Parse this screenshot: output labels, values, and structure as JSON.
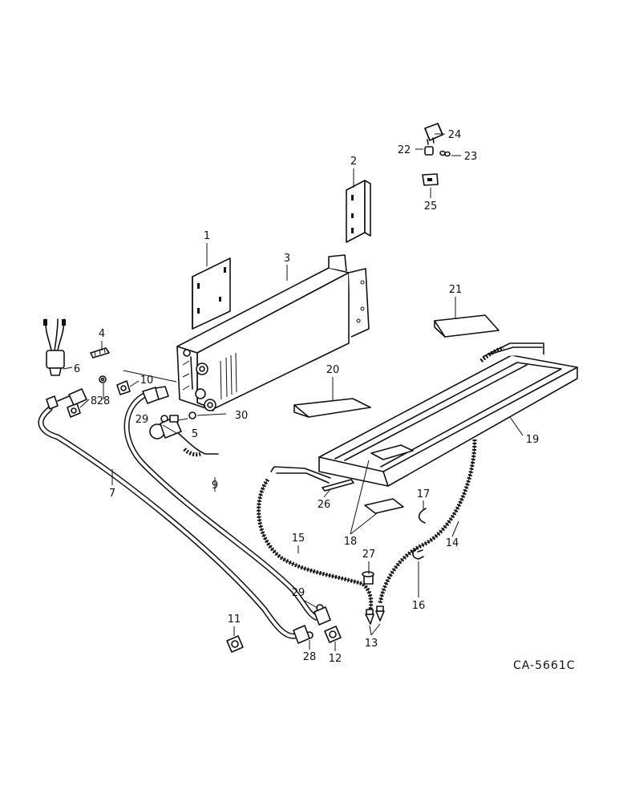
{
  "drawing_ref": "CA-5661C",
  "callouts": [
    {
      "id": "c1",
      "text": "1"
    },
    {
      "id": "c2",
      "text": "2"
    },
    {
      "id": "c3",
      "text": "3"
    },
    {
      "id": "c4",
      "text": "4"
    },
    {
      "id": "c5",
      "text": "5"
    },
    {
      "id": "c6",
      "text": "6"
    },
    {
      "id": "c7",
      "text": "7"
    },
    {
      "id": "c8",
      "text": "8"
    },
    {
      "id": "c9",
      "text": "9"
    },
    {
      "id": "c10",
      "text": "10"
    },
    {
      "id": "c11",
      "text": "11"
    },
    {
      "id": "c12",
      "text": "12"
    },
    {
      "id": "c13",
      "text": "13"
    },
    {
      "id": "c14",
      "text": "14"
    },
    {
      "id": "c15",
      "text": "15"
    },
    {
      "id": "c16",
      "text": "16"
    },
    {
      "id": "c17",
      "text": "17"
    },
    {
      "id": "c18",
      "text": "18"
    },
    {
      "id": "c19",
      "text": "19"
    },
    {
      "id": "c20",
      "text": "20"
    },
    {
      "id": "c21",
      "text": "21"
    },
    {
      "id": "c22",
      "text": "22"
    },
    {
      "id": "c23",
      "text": "23"
    },
    {
      "id": "c24",
      "text": "24"
    },
    {
      "id": "c25",
      "text": "25"
    },
    {
      "id": "c26",
      "text": "26"
    },
    {
      "id": "c27",
      "text": "27"
    },
    {
      "id": "c28a",
      "text": "28"
    },
    {
      "id": "c28b",
      "text": "28"
    },
    {
      "id": "c29a",
      "text": "29"
    },
    {
      "id": "c29b",
      "text": "29"
    },
    {
      "id": "c30",
      "text": "30"
    }
  ]
}
